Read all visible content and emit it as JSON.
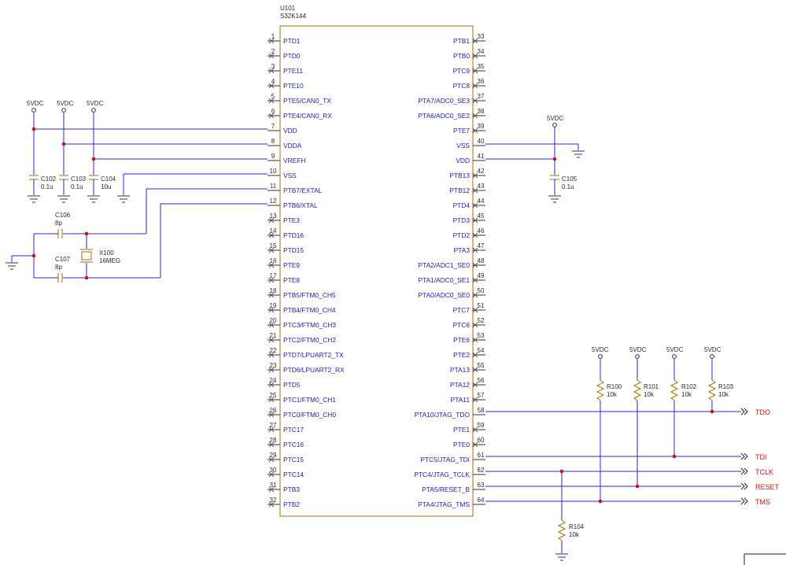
{
  "ic": {
    "ref": "U101",
    "part": "S32K144",
    "left_pins": [
      {
        "num": "1",
        "name": "PTD1"
      },
      {
        "num": "2",
        "name": "PTD0"
      },
      {
        "num": "3",
        "name": "PTE11"
      },
      {
        "num": "4",
        "name": "PTE10"
      },
      {
        "num": "5",
        "name": "PTE5/CAN0_TX"
      },
      {
        "num": "6",
        "name": "PTE4/CAN0_RX"
      },
      {
        "num": "7",
        "name": "VDD"
      },
      {
        "num": "8",
        "name": "VDDA"
      },
      {
        "num": "9",
        "name": "VREFH"
      },
      {
        "num": "10",
        "name": "VSS"
      },
      {
        "num": "11",
        "name": "PTB7/EXTAL"
      },
      {
        "num": "12",
        "name": "PTB6/XTAL"
      },
      {
        "num": "13",
        "name": "PTE3"
      },
      {
        "num": "14",
        "name": "PTD16"
      },
      {
        "num": "15",
        "name": "PTD15"
      },
      {
        "num": "16",
        "name": "PTE9"
      },
      {
        "num": "17",
        "name": "PTE8"
      },
      {
        "num": "18",
        "name": "PTB5/FTM0_CH5"
      },
      {
        "num": "19",
        "name": "PTB4/FTM0_CH4"
      },
      {
        "num": "20",
        "name": "PTC3/FTM0_CH3"
      },
      {
        "num": "21",
        "name": "PTC2/FTM0_CH2"
      },
      {
        "num": "22",
        "name": "PTD7/LPUART2_TX"
      },
      {
        "num": "23",
        "name": "PTD6/LPUART2_RX"
      },
      {
        "num": "24",
        "name": "PTD5"
      },
      {
        "num": "25",
        "name": "PTC1/FTM0_CH1"
      },
      {
        "num": "26",
        "name": "PTC0/FTM0_CH0"
      },
      {
        "num": "27",
        "name": "PTC17"
      },
      {
        "num": "28",
        "name": "PTC16"
      },
      {
        "num": "29",
        "name": "PTC15"
      },
      {
        "num": "30",
        "name": "PTC14"
      },
      {
        "num": "31",
        "name": "PTB3"
      },
      {
        "num": "32",
        "name": "PTB2"
      }
    ],
    "right_pins": [
      {
        "num": "33",
        "name": "PTB1"
      },
      {
        "num": "34",
        "name": "PTB0"
      },
      {
        "num": "35",
        "name": "PTC9"
      },
      {
        "num": "36",
        "name": "PTC8"
      },
      {
        "num": "37",
        "name": "PTA7/ADC0_SE3"
      },
      {
        "num": "38",
        "name": "PTA6/ADC0_SE2"
      },
      {
        "num": "39",
        "name": "PTE7"
      },
      {
        "num": "40",
        "name": "VSS"
      },
      {
        "num": "41",
        "name": "VDD"
      },
      {
        "num": "42",
        "name": "PTB13"
      },
      {
        "num": "43",
        "name": "PTB12"
      },
      {
        "num": "44",
        "name": "PTD4"
      },
      {
        "num": "45",
        "name": "PTD3"
      },
      {
        "num": "46",
        "name": "PTD2"
      },
      {
        "num": "47",
        "name": "PTA3"
      },
      {
        "num": "48",
        "name": "PTA2/ADC1_SE0"
      },
      {
        "num": "49",
        "name": "PTA1/ADC0_SE1"
      },
      {
        "num": "50",
        "name": "PTA0/ADC0_SE0"
      },
      {
        "num": "51",
        "name": "PTC7"
      },
      {
        "num": "52",
        "name": "PTC6"
      },
      {
        "num": "53",
        "name": "PTE6"
      },
      {
        "num": "54",
        "name": "PTE2"
      },
      {
        "num": "55",
        "name": "PTA13"
      },
      {
        "num": "56",
        "name": "PTA12"
      },
      {
        "num": "57",
        "name": "PTA11"
      },
      {
        "num": "58",
        "name": "PTA10/JTAG_TDO"
      },
      {
        "num": "59",
        "name": "PTE1"
      },
      {
        "num": "60",
        "name": "PTE0"
      },
      {
        "num": "61",
        "name": "PTC5/JTAG_TDI"
      },
      {
        "num": "62",
        "name": "PTC4/JTAG_TCLK"
      },
      {
        "num": "63",
        "name": "PTA5/RESET_B"
      },
      {
        "num": "64",
        "name": "PTA4/JTAG_TMS"
      }
    ]
  },
  "supply": {
    "label": "5VDC"
  },
  "caps": {
    "c102": {
      "ref": "C102",
      "value": "0.1u"
    },
    "c103": {
      "ref": "C103",
      "value": "0.1u"
    },
    "c104": {
      "ref": "C104",
      "value": "10u"
    },
    "c105": {
      "ref": "C105",
      "value": "0.1u"
    },
    "c106": {
      "ref": "C106",
      "value": "8p"
    },
    "c107": {
      "ref": "C107",
      "value": "8p"
    }
  },
  "crystal": {
    "ref": "X100",
    "value": "16MEG"
  },
  "resistors": {
    "r100": {
      "ref": "R100",
      "value": "10k"
    },
    "r101": {
      "ref": "R101",
      "value": "10k"
    },
    "r102": {
      "ref": "R102",
      "value": "10k"
    },
    "r103": {
      "ref": "R103",
      "value": "10k"
    },
    "r104": {
      "ref": "R104",
      "value": "10k"
    }
  },
  "nets": {
    "tdo": "TDO",
    "tdi": "TDI",
    "tclk": "TCLK",
    "reset": "RESET",
    "tms": "TMS"
  }
}
